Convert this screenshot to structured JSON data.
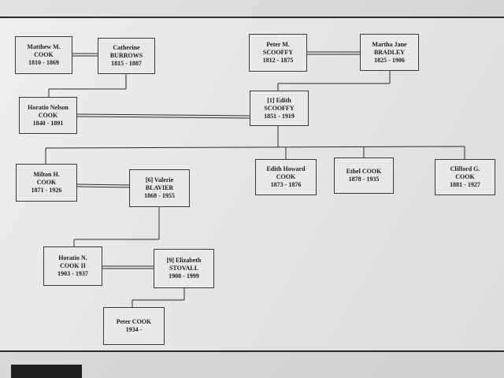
{
  "people": {
    "matthew": {
      "line1": "Matthew M.",
      "line2": "COOK",
      "dates": "1810 - 1869"
    },
    "catherine": {
      "line1": "Catherine",
      "line2": "BURROWS",
      "dates": "1815 - 1887"
    },
    "peter_m": {
      "line1": "Peter M.",
      "line2": "SCOOFFY",
      "dates": "1812 - 1875"
    },
    "martha": {
      "line1": "Martha Jane",
      "line2": "BRADLEY",
      "dates": "1825 - 1906"
    },
    "horatio": {
      "line1": "Horatio Nelson",
      "line2": "COOK",
      "dates": "1840 - 1891"
    },
    "edith": {
      "line1": "[1] Edith",
      "line2": "SCOOFFY",
      "dates": "1851 - 1919"
    },
    "milton": {
      "line1": "Milton H.",
      "line2": "COOK",
      "dates": "1871 - 1926"
    },
    "valerie": {
      "line1": "[6] Valerie",
      "line2": "BLAVIER",
      "dates": "1868 - 1955"
    },
    "edith_h": {
      "line1": "Edith Howard",
      "line2": "COOK",
      "dates": "1873 - 1876"
    },
    "ethel": {
      "line1": "Ethel COOK",
      "dates": "1878 - 1935"
    },
    "clifford": {
      "line1": "Clifford G.",
      "line2": "COOK",
      "dates": "1881 - 1927"
    },
    "horatio2": {
      "line1": "Horatio N.",
      "line2": "COOK II",
      "dates": "1903 - 1937"
    },
    "elizabeth": {
      "line1": "[9] Elizabeth",
      "line2": "STOVALL",
      "dates": "1908 - 1999"
    },
    "peter_c": {
      "line1": "Peter COOK",
      "dates": "1934 -"
    }
  }
}
